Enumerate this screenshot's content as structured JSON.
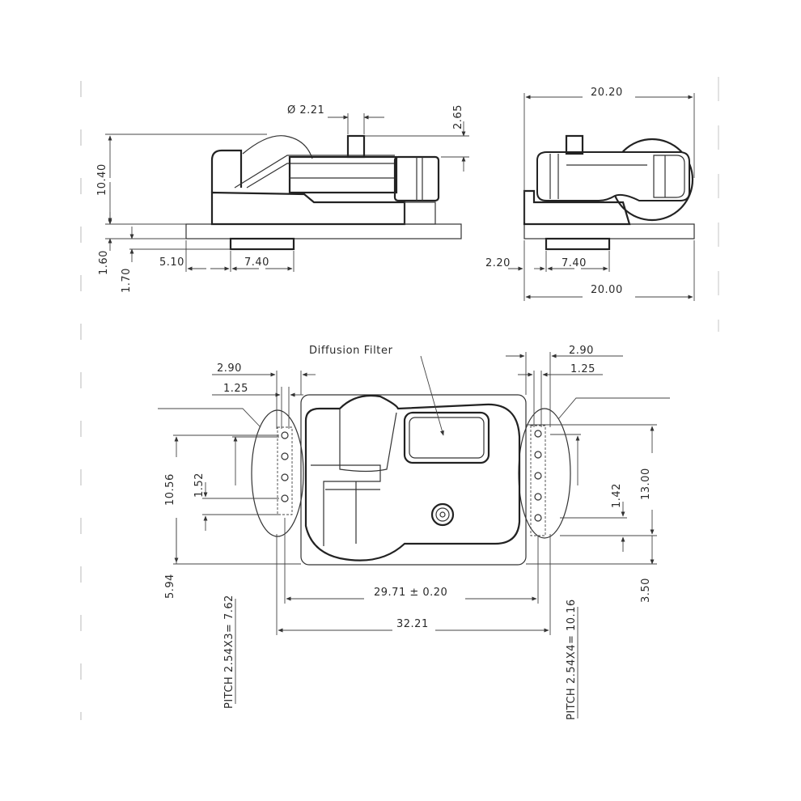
{
  "side_view": {
    "diameter": "Ø 2.21",
    "pin_height": "2.65",
    "total_height": "10.40",
    "base_thickness": "1.60",
    "window_height": "1.70",
    "offset": "5.10",
    "window_width": "7.40"
  },
  "end_view": {
    "top_width": "20.20",
    "offset": "2.20",
    "window_width": "7.40",
    "base_width": "20.00"
  },
  "top_view": {
    "callout_label": "Diffusion Filter",
    "left_pad_width": "2.90",
    "left_pin_dia": "1.25",
    "left_row_span": "10.56",
    "left_spacing": "1.52",
    "left_offset": "5.94",
    "left_pitch": "PITCH 2.54X3= 7.62",
    "right_pad_width": "2.90",
    "right_pin_dia": "1.25",
    "right_span": "13.00",
    "right_spacing": "1.42",
    "right_offset": "3.50",
    "right_pitch": "PITCH 2.54X4= 10.16",
    "inner_length": "29.71 ± 0.20",
    "outer_length": "32.21"
  }
}
